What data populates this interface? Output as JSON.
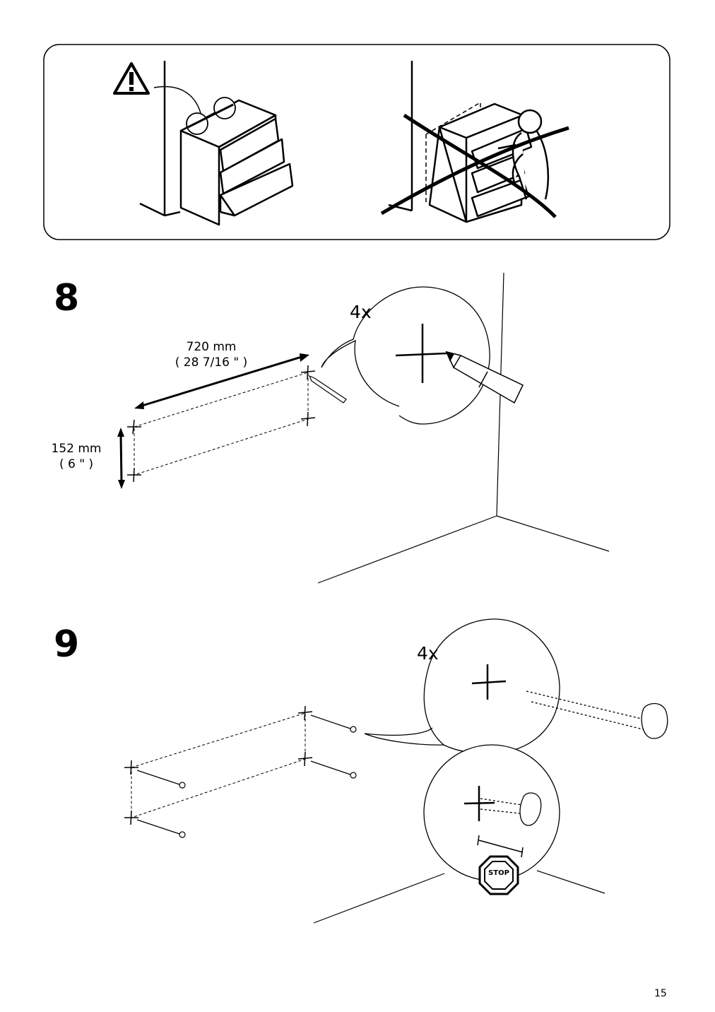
{
  "steps": [
    {
      "number": "8",
      "quantity": "4x",
      "width_dim": "720 mm",
      "width_dim_in": "( 28 7/16 \" )",
      "height_dim": "152 mm",
      "height_dim_in": "( 6 \" )"
    },
    {
      "number": "9",
      "quantity": "4x",
      "stop_sign": "STOP"
    }
  ],
  "page_number": "15",
  "icons": [
    "warning-icon",
    "stop-sign-icon",
    "pencil-icon",
    "screw-icon",
    "dresser-illustration",
    "child-climbing-illustration"
  ]
}
